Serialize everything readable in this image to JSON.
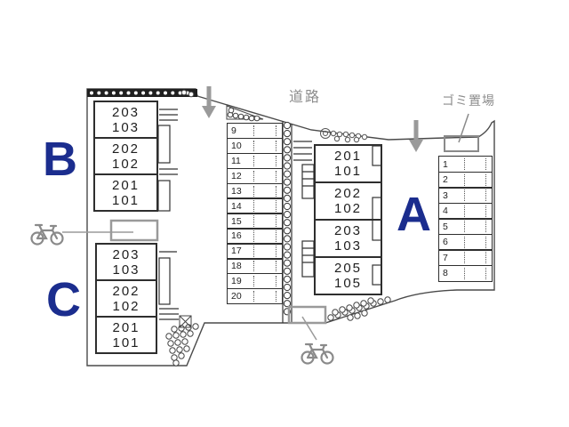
{
  "labels": {
    "road": "道路",
    "garbage": "ゴミ置場"
  },
  "buildings": [
    {
      "key": "B",
      "label": "B",
      "rooms": [
        {
          "upper": "203",
          "lower": "103"
        },
        {
          "upper": "202",
          "lower": "102"
        },
        {
          "upper": "201",
          "lower": "101"
        }
      ]
    },
    {
      "key": "C",
      "label": "C",
      "rooms": [
        {
          "upper": "203",
          "lower": "103"
        },
        {
          "upper": "202",
          "lower": "102"
        },
        {
          "upper": "201",
          "lower": "101"
        }
      ]
    },
    {
      "key": "A",
      "label": "A",
      "rooms": [
        {
          "upper": "201",
          "lower": "101"
        },
        {
          "upper": "202",
          "lower": "102"
        },
        {
          "upper": "203",
          "lower": "103"
        },
        {
          "upper": "205",
          "lower": "105"
        }
      ]
    }
  ],
  "parking_spaces": {
    "middle_column": [
      "9",
      "10",
      "11",
      "12",
      "13",
      "14",
      "15",
      "16",
      "17",
      "18",
      "19",
      "20"
    ],
    "right_column": [
      "1",
      "2",
      "3",
      "4",
      "5",
      "6",
      "7",
      "8"
    ]
  },
  "colors": {
    "building_label": "#1b2d8e",
    "annotation_gray": "#8c8c8c",
    "outline": "#333333",
    "boundary": "#4a4a4a"
  }
}
